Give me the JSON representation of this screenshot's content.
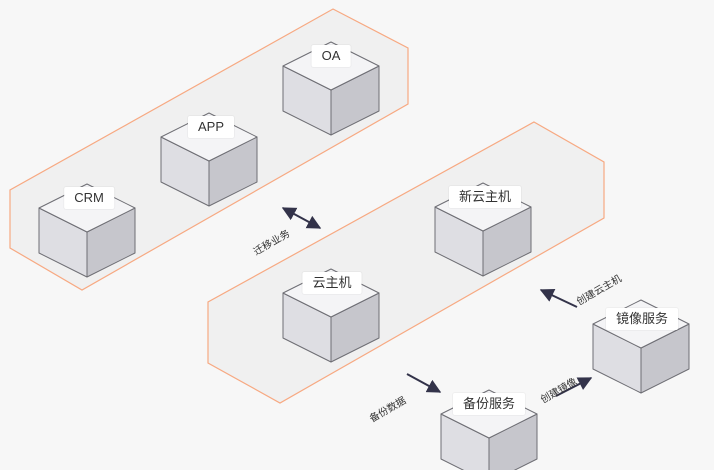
{
  "colors": {
    "background": "#f7f7f7",
    "group_border": "#f7a982",
    "group_fill": "#f0f0f0",
    "box_top": "#f4f4f6",
    "box_left": "#dedee3",
    "box_right": "#c6c6cc",
    "box_edge": "#6e6e74",
    "arrow": "#33334a"
  },
  "nodes": {
    "oa": "OA",
    "app": "APP",
    "crm": "CRM",
    "new_cloud_host": "新云主机",
    "cloud_host": "云主机",
    "image_service": "镜像服务",
    "backup_service": "备份服务"
  },
  "edges": {
    "migrate": "迁移业务",
    "create_host": "创建云主机",
    "backup_data": "备份数据",
    "create_image": "创建镜像"
  }
}
